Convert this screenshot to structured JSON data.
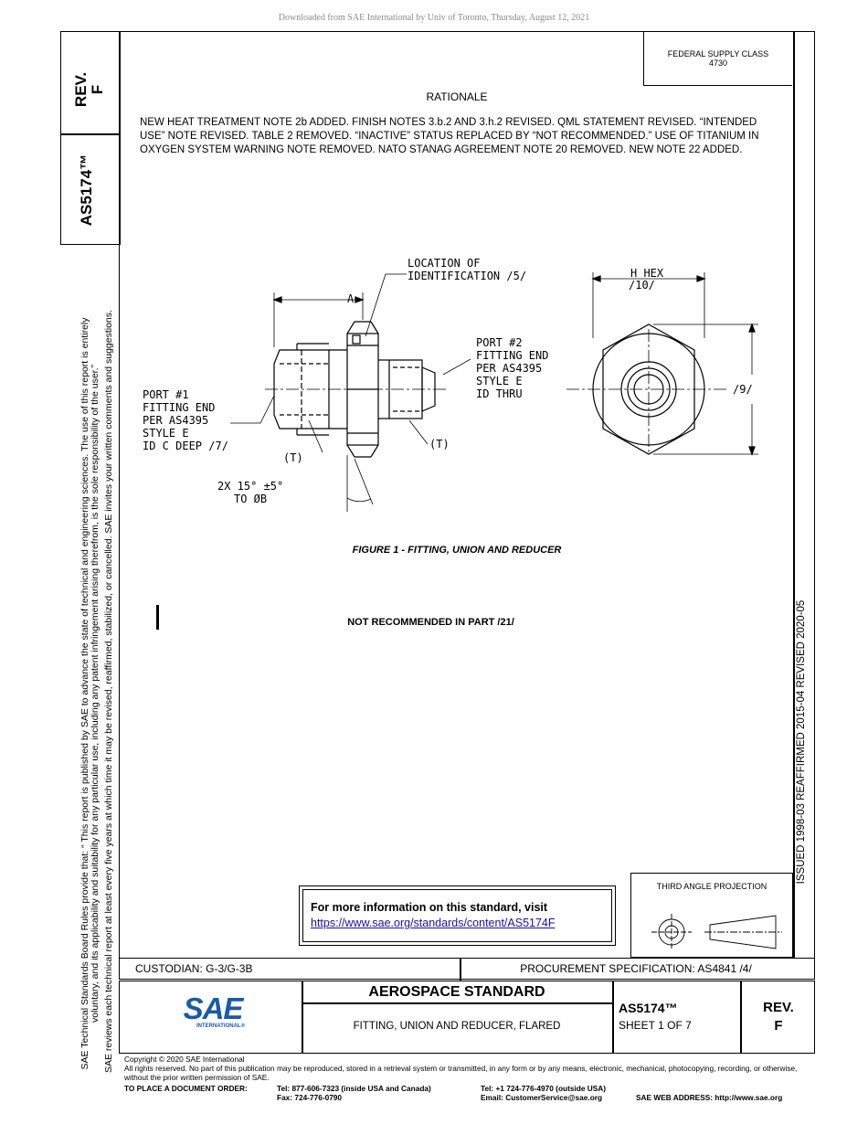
{
  "download_notice": "Downloaded from SAE International by Univ of Toronto, Thursday, August 12, 2021",
  "left_tab": {
    "rev_label": "REV.",
    "rev_value": "F",
    "doc_number": "AS5174™"
  },
  "side_text": {
    "line1": "SAE Technical Standards Board Rules provide that: “ This report is published by SAE to advance the state of technical and engineering sciences. The use of this report is entirely",
    "line2": "voluntary, and its applicability and suitability for any particular use, including any patent infringement arising therefrom, is the sole responsibility of the user.”",
    "line3": "SAE reviews each technical report at least every five years at which time it may be revised, reaffirmed, stabilized, or cancelled. SAE invites your written comments and suggestions."
  },
  "federal_supply": {
    "label": "FEDERAL SUPPLY CLASS",
    "value": "4730"
  },
  "rationale": {
    "title": "RATIONALE",
    "body": "NEW HEAT TREATMENT NOTE 2b ADDED. FINISH NOTES 3.b.2 AND 3.h.2 REVISED. QML STATEMENT REVISED. “INTENDED USE” NOTE REVISED. TABLE 2 REMOVED. “INACTIVE” STATUS REPLACED BY “NOT RECOMMENDED.” USE OF TITANIUM IN OXYGEN SYSTEM WARNING NOTE REMOVED. NATO STANAG AGREEMENT NOTE 20 REMOVED. NEW NOTE 22 ADDED."
  },
  "drawing": {
    "loc_id_1": "LOCATION OF",
    "loc_id_2": "IDENTIFICATION /5/",
    "dim_a": "A",
    "port1_1": "PORT #1",
    "port1_2": "FITTING END",
    "port1_3": "PER AS4395",
    "port1_4": "STYLE E",
    "port1_5": "ID C DEEP /7/",
    "port2_1": "PORT #2",
    "port2_2": "FITTING END",
    "port2_3": "PER AS4395",
    "port2_4": "STYLE E",
    "port2_5": "ID THRU",
    "t_left": "(T)",
    "t_right": "(T)",
    "angle_1": "2X 15° ±5°",
    "angle_2": "TO ØB",
    "hex_1": "H HEX",
    "hex_2": "/10/",
    "dim_9": "/9/"
  },
  "figure_caption": "FIGURE 1 - FITTING, UNION AND REDUCER",
  "not_recommended": "NOT RECOMMENDED IN PART /21/",
  "revision_history": "ISSUED 1998-03    REAFFIRMED 2015-04    REVISED 2020-05",
  "more_info": {
    "title": "For more information on this standard, visit",
    "link": "https://www.sae.org/standards/content/AS5174F"
  },
  "projection": {
    "title": "THIRD ANGLE PROJECTION"
  },
  "title_block": {
    "custodian": "CUSTODIAN: G-3/G-3B",
    "procurement": "PROCUREMENT SPECIFICATION: AS4841 /4/",
    "logo_text": "SAE",
    "logo_sub": "INTERNATIONAL®",
    "standard_type": "AEROSPACE STANDARD",
    "doc_title": "FITTING, UNION AND REDUCER, FLARED",
    "doc_number": "AS5174™",
    "sheet": "SHEET 1 OF 7",
    "rev_label": "REV.",
    "rev_value": "F"
  },
  "footer": {
    "copyright": "Copyright © 2020 SAE International",
    "rights": "All rights reserved. No part of this publication may be reproduced, stored in a retrieval system or transmitted, in any form or by any means, electronic, mechanical, photocopying, recording, or otherwise, without the prior written permission of SAE.",
    "order_label": "TO PLACE A DOCUMENT ORDER:",
    "tel_usa": "Tel: 877-606-7323 (inside USA and Canada)",
    "fax": "Fax: 724-776-0790",
    "tel_outside": "Tel: +1 724-776-4970 (outside USA)",
    "email": "Email: CustomerService@sae.org",
    "web": "SAE WEB ADDRESS: http://www.sae.org"
  }
}
